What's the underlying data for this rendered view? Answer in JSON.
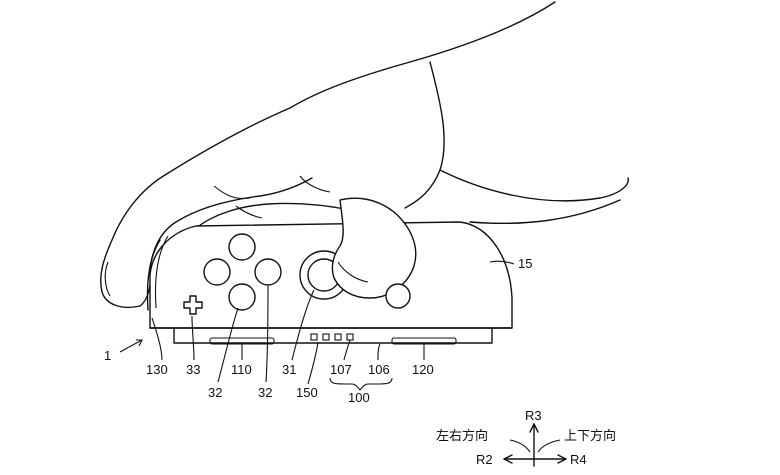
{
  "figure": {
    "reference_labels": {
      "device": "1",
      "housing": "15",
      "side_rail": "130",
      "cross_key": "33",
      "button_left": "32",
      "button_bottom": "32",
      "slot_left": "110",
      "stick": "31",
      "indicator_lamps": "150",
      "connector_a": "107",
      "connector_b": "106",
      "group": "100",
      "slot_right": "120"
    },
    "direction_legend": {
      "up": "R3",
      "left": "R2",
      "right": "R4",
      "left_right_caption": "左右方向",
      "up_down_caption": "上下方向"
    }
  }
}
